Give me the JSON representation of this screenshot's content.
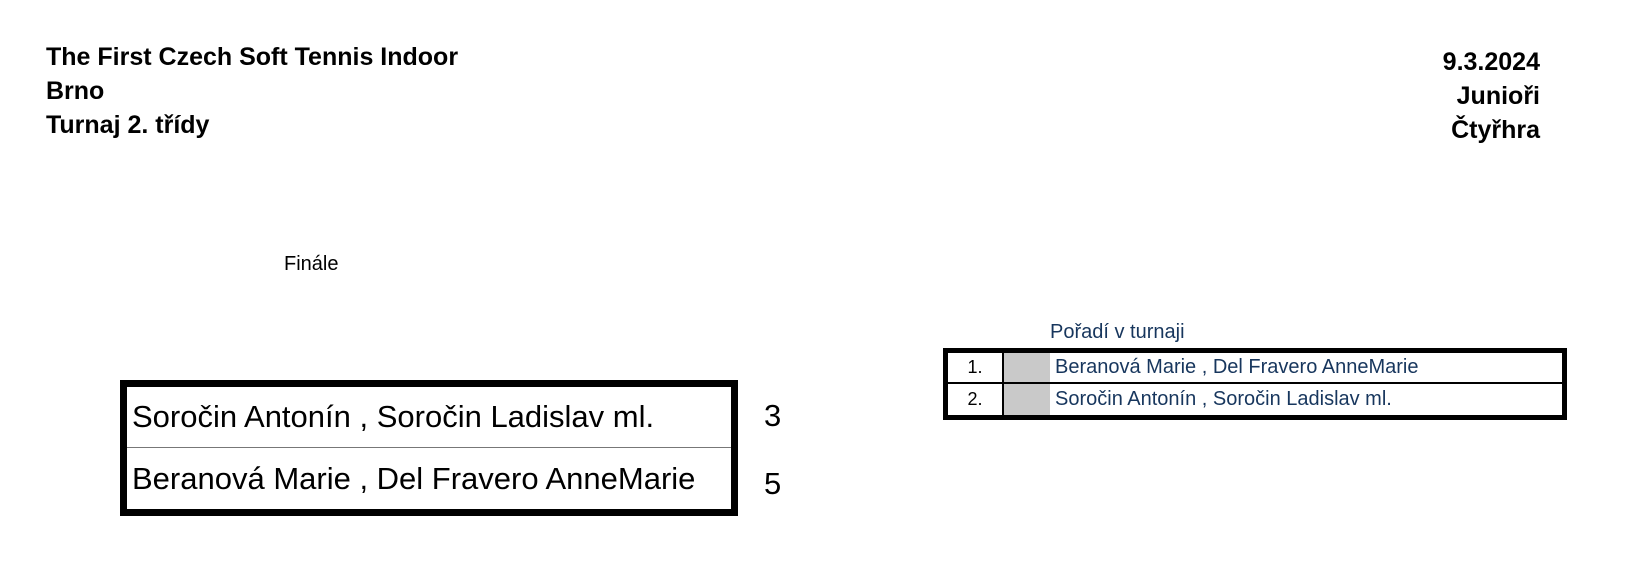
{
  "header": {
    "title": "The First Czech Soft Tennis Indoor",
    "city": "Brno",
    "tournament_class": "Turnaj 2. třídy",
    "date": "9.3.2024",
    "category": "Junioři",
    "discipline": "Čtyřhra"
  },
  "bracket": {
    "round_label": "Finále",
    "teams": [
      {
        "name": "Soročin Antonín , Soročin Ladislav ml.",
        "score": "3"
      },
      {
        "name": "Beranová Marie , Del Fravero AnneMarie",
        "score": "5"
      }
    ]
  },
  "ranking": {
    "title": "Pořadí v turnaji",
    "rows": [
      {
        "place": "1.",
        "name": "Beranová Marie , Del Fravero AnneMarie"
      },
      {
        "place": "2.",
        "name": "Soročin Antonín , Soročin Ladislav ml."
      }
    ]
  },
  "colors": {
    "ranking_text": "#17365d",
    "swatch": "#c9c9c9"
  }
}
